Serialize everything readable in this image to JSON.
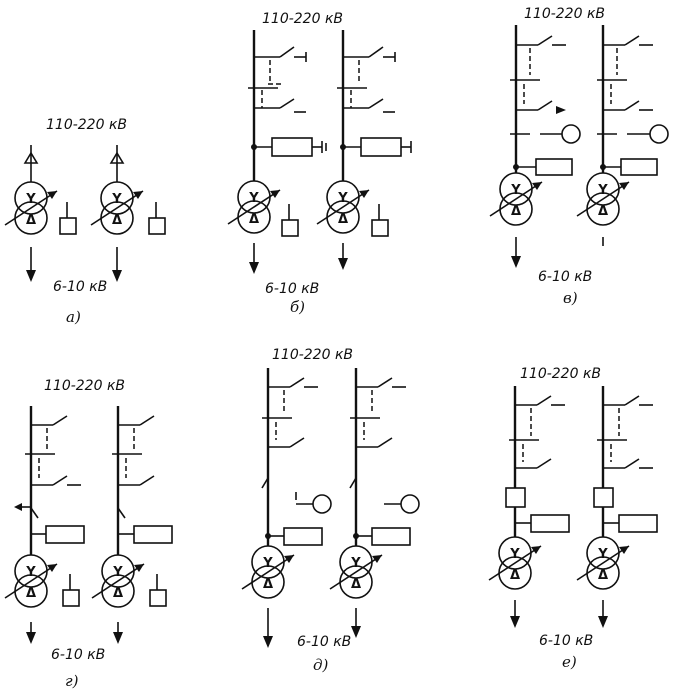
{
  "diagrams": [
    {
      "id": "a",
      "voltage_hv": "110-220 кВ",
      "voltage_lv": "6-10 кВ",
      "caption": "а)"
    },
    {
      "id": "b",
      "voltage_hv": "110-220 кВ",
      "voltage_lv": "6-10 кВ",
      "caption": "б)"
    },
    {
      "id": "v",
      "voltage_hv": "110-220 кВ",
      "voltage_lv": "6-10 кВ",
      "caption": "в)"
    },
    {
      "id": "g",
      "voltage_hv": "110-220 кВ",
      "voltage_lv": "6-10 кВ",
      "caption": "г)"
    },
    {
      "id": "d",
      "voltage_hv": "110-220 кВ",
      "voltage_lv": "6-10 кВ",
      "caption": "д)"
    },
    {
      "id": "e",
      "voltage_hv": "110-220 кВ",
      "voltage_lv": "6-10 кВ",
      "caption": "е)"
    }
  ],
  "symbols": {
    "winding_hv": "Y",
    "winding_lv": "Δ"
  }
}
